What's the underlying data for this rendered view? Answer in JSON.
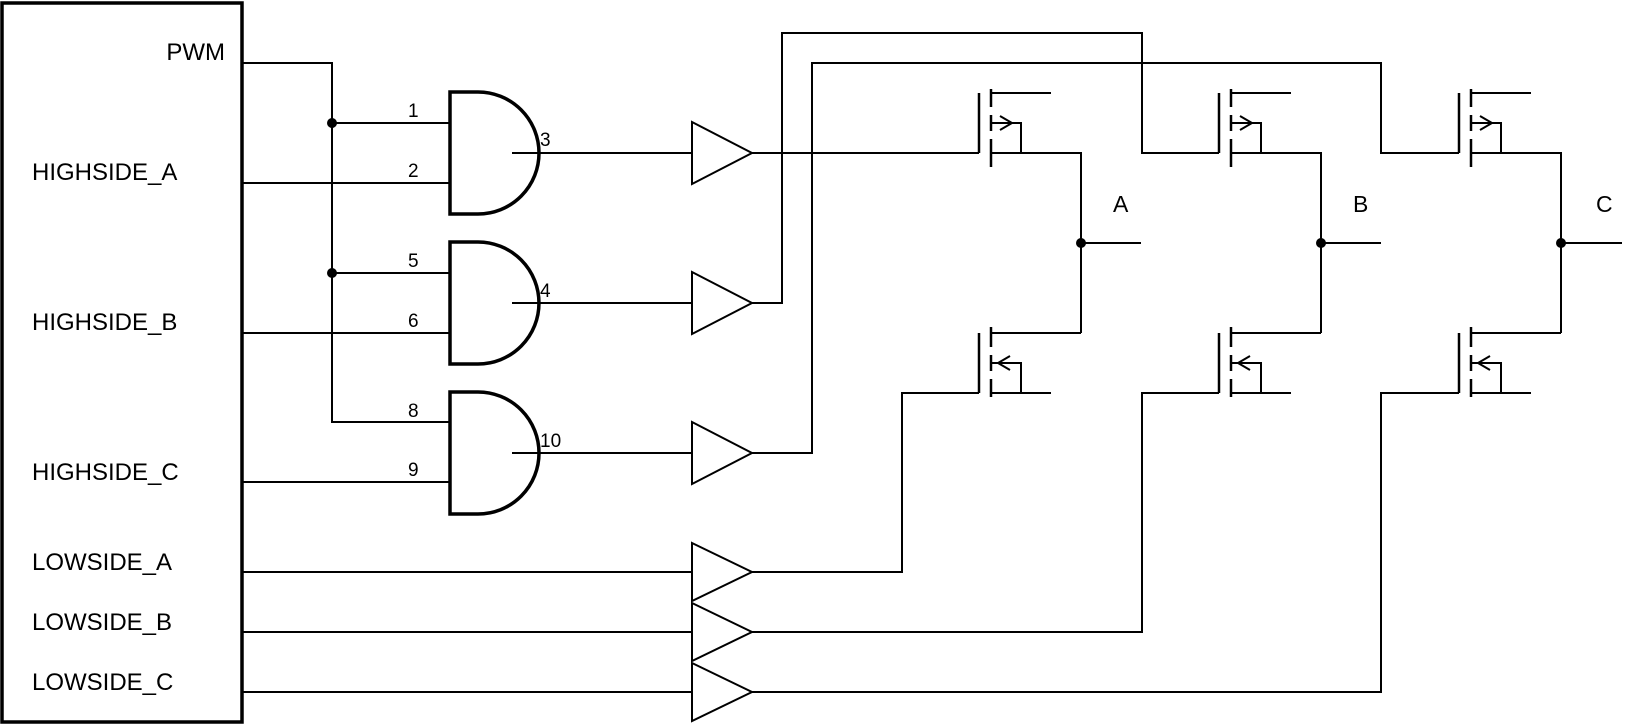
{
  "controller": {
    "signals": [
      "PWM",
      "HIGHSIDE_A",
      "HIGHSIDE_B",
      "HIGHSIDE_C",
      "LOWSIDE_A",
      "LOWSIDE_B",
      "LOWSIDE_C"
    ]
  },
  "gates": [
    {
      "pin_a": "1",
      "pin_b": "2",
      "pin_out": "3"
    },
    {
      "pin_a": "5",
      "pin_b": "6",
      "pin_out": "4"
    },
    {
      "pin_a": "8",
      "pin_b": "9",
      "pin_out": "10"
    }
  ],
  "phases": [
    "A",
    "B",
    "C"
  ],
  "colors": {
    "line": "#000000",
    "background": "#ffffff"
  }
}
